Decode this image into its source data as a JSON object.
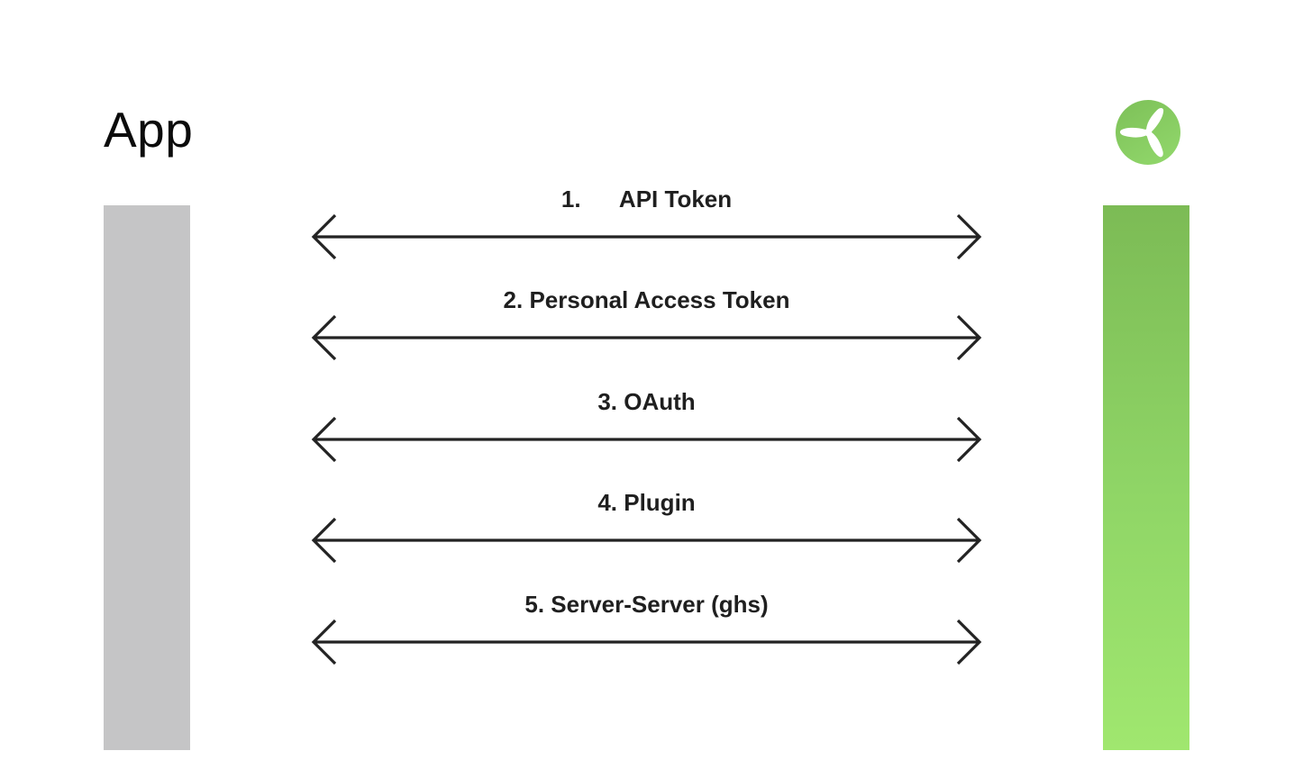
{
  "title": "App",
  "rows": [
    {
      "label": "1.      API Token"
    },
    {
      "label": "2. Personal Access Token"
    },
    {
      "label": "3. OAuth"
    },
    {
      "label": "4. Plugin"
    },
    {
      "label": "5. Server-Server (ghs)"
    }
  ],
  "colors": {
    "arrow": "#232323",
    "label": "#1f1f1f",
    "title": "#0b0b0b",
    "gray_bar": "#c5c5c6",
    "green_bar_top": "#7cbb55",
    "green_bar_mid": "#8fd566",
    "green_bar_bottom": "#a0e76f",
    "logo_green_light": "#8fd569",
    "logo_green_dark": "#7dc058",
    "bg": "#ffffff"
  }
}
